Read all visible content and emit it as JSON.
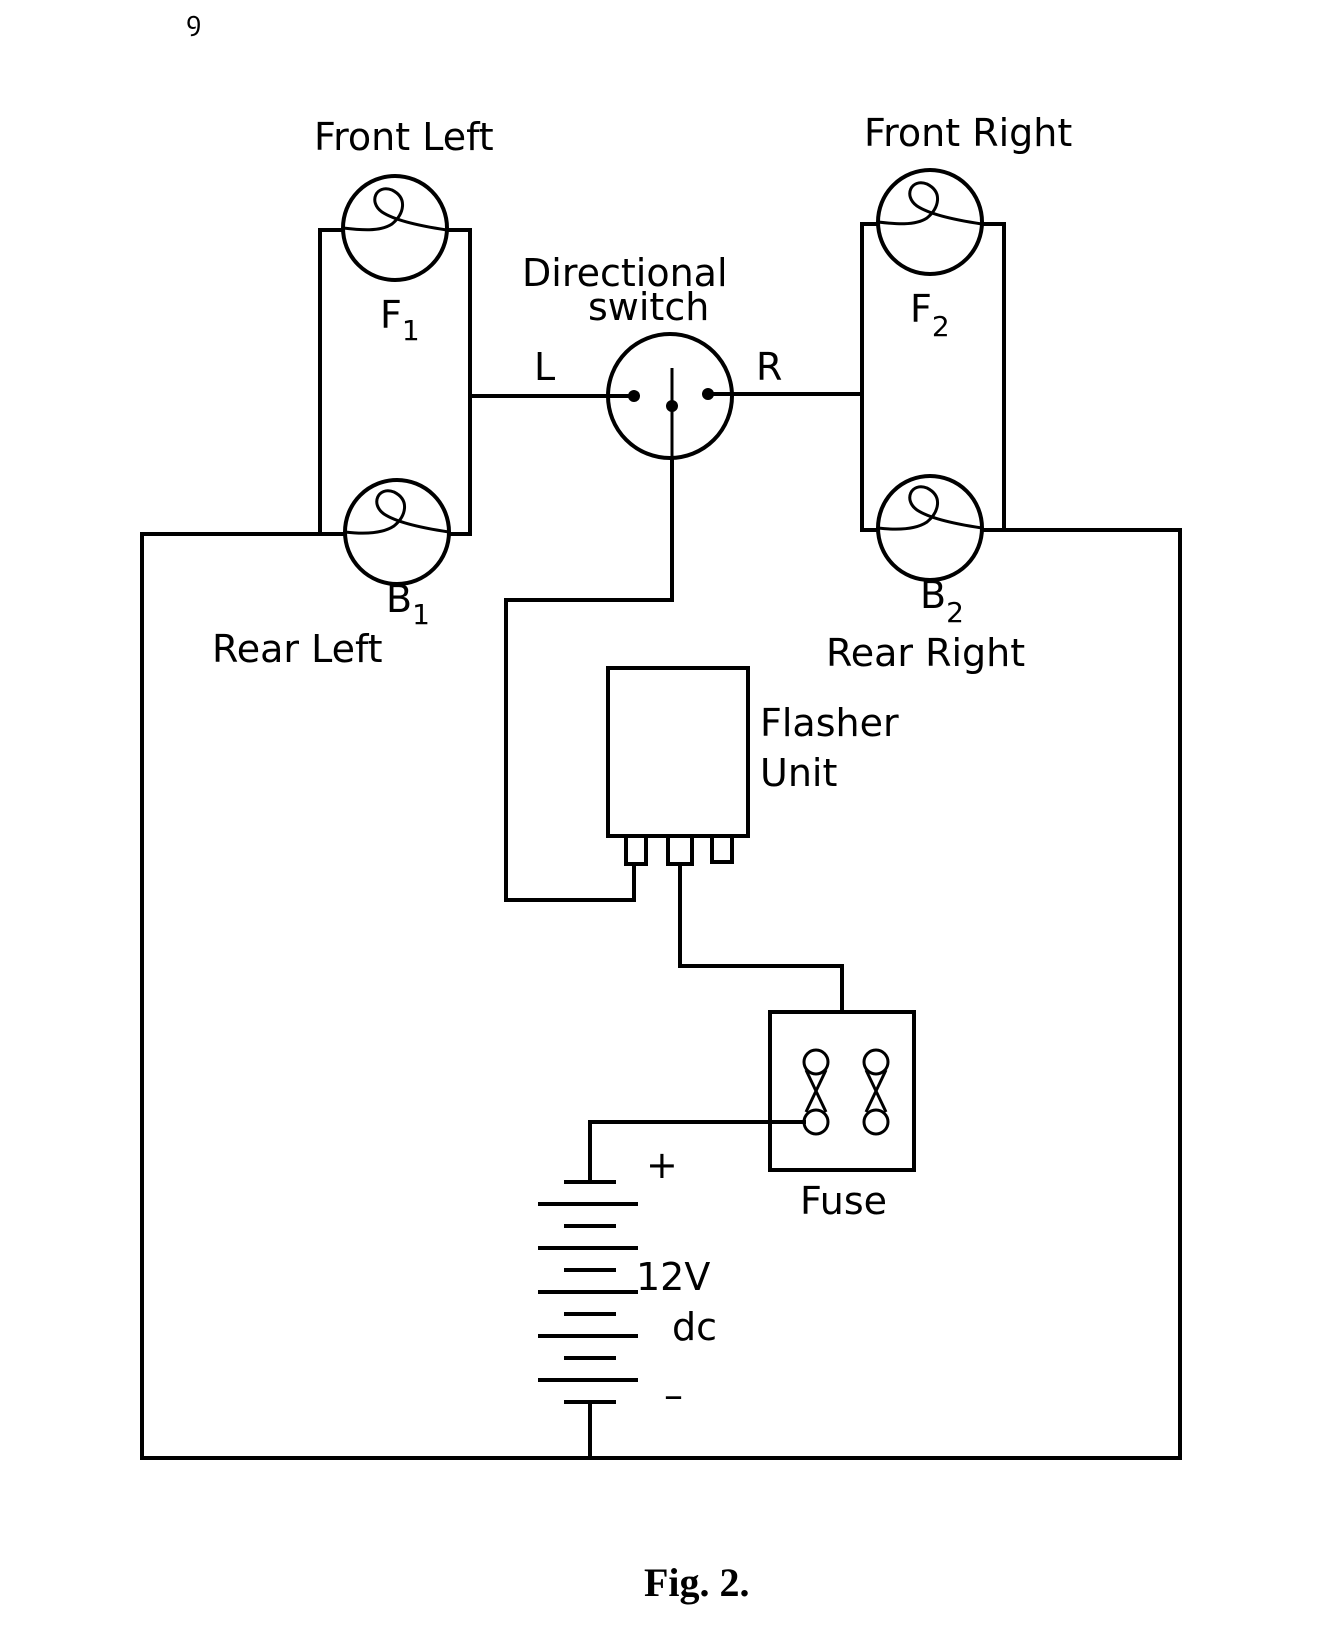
{
  "corner_mark": "ꝯ",
  "labels": {
    "front_left": "Front Left",
    "front_right": "Front Right",
    "rear_left": "Rear Left",
    "rear_right": "Rear Right",
    "directional_line1": "Directional",
    "directional_line2": "switch",
    "terminal_left": "L",
    "terminal_right": "R",
    "f1_main": "F",
    "f1_sub": "1",
    "f2_main": "F",
    "f2_sub": "2",
    "b1_main": "B",
    "b1_sub": "1",
    "b2_main": "B",
    "b2_sub": "2",
    "flasher_line1": "Flasher",
    "flasher_line2": "Unit",
    "fuse": "Fuse",
    "battery_voltage": "12V",
    "battery_type": "dc",
    "plus": "+",
    "minus": "–"
  },
  "caption": "Fig. 2."
}
